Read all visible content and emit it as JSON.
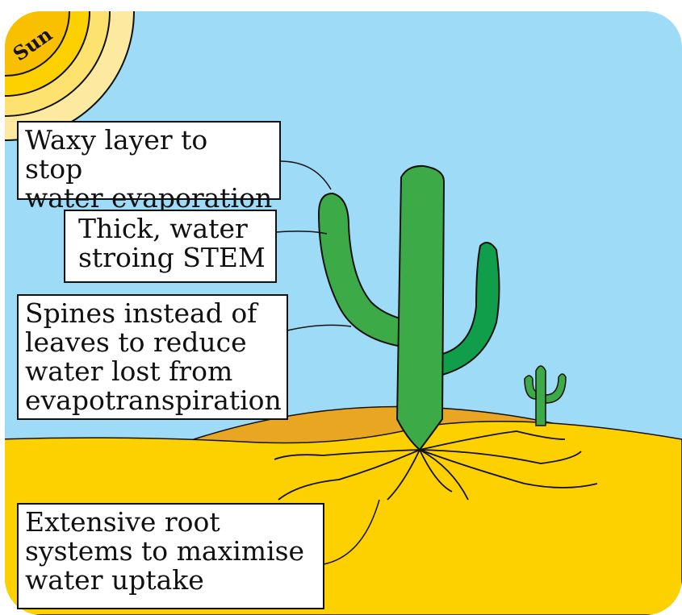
{
  "sun_label": "Sun",
  "labels": {
    "waxy": "Waxy layer to stop\nwater evaporation",
    "stem": "Thick, water\nstroing STEM",
    "spines": "Spines instead of\nleaves to reduce\nwater lost from\nevapotranspiration",
    "roots": "Extensive root\nsystems to maximise\nwater uptake"
  },
  "colors": {
    "sky": "#9ddbf6",
    "sand": "#fdd000",
    "dune": "#e8a623",
    "cactus": "#3daa48",
    "cactus_dark": "#119e4a"
  }
}
